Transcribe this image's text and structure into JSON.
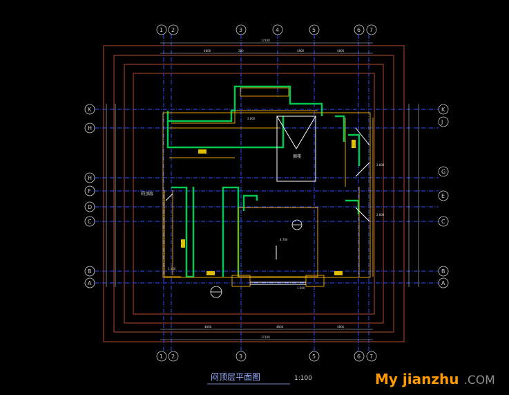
{
  "drawing": {
    "title": "闷顶层平面图",
    "scale": "1:100",
    "total_width": "17100",
    "top_segments": [
      "4800",
      "280",
      "4800",
      "4800"
    ],
    "bottom_segments": [
      "4800",
      "4800",
      "4800"
    ],
    "axis_columns": [
      "1",
      "2",
      "3",
      "4",
      "5",
      "6",
      "7"
    ],
    "axis_rows_left": [
      "K",
      "H",
      "H",
      "F",
      "D",
      "C",
      "B",
      "A"
    ],
    "axis_rows_right": [
      "K",
      "J",
      "G",
      "E",
      "C",
      "B",
      "A"
    ],
    "room_labels": [
      "阁楼",
      "闷顶层"
    ],
    "small_labels": [
      "2.800",
      "2.800",
      "2.800",
      "4.700",
      "1.350",
      "1.500"
    ],
    "colors": {
      "axis_line": "#2f4fff",
      "outer_boundary": "#b84a2a",
      "wall_green": "#00c853",
      "wall_orange": "#e0a000",
      "detail_white": "#ffffff",
      "dim_text": "#d8d8d8"
    }
  },
  "watermark": {
    "main": "My jianzhu",
    "suffix": ".COM"
  }
}
